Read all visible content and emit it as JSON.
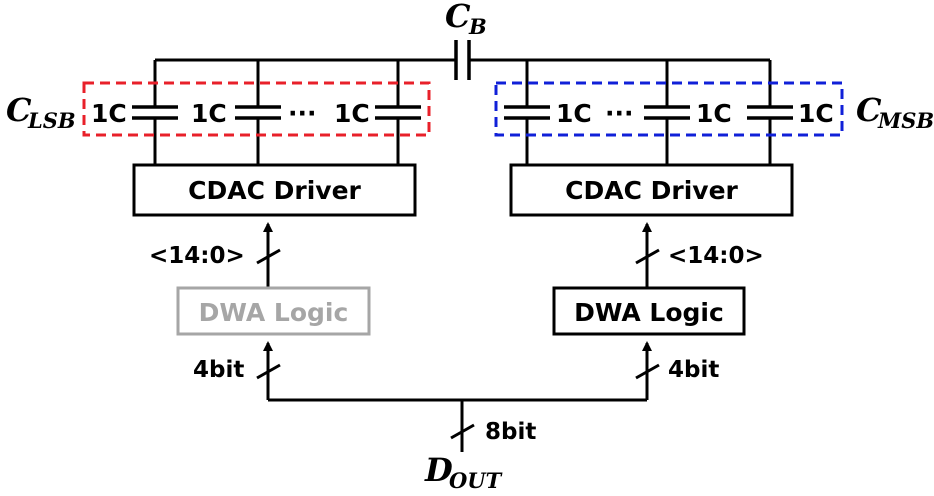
{
  "coupling_cap": {
    "symbol": "C",
    "subscript": "B"
  },
  "lsb_group": {
    "symbol": "C",
    "subscript": "LSB",
    "caps": [
      "1C",
      "1C",
      "1C"
    ],
    "ellipsis": "···",
    "outline_color": "#e8202a"
  },
  "msb_group": {
    "symbol": "C",
    "subscript": "MSB",
    "caps": [
      "1C",
      "1C",
      "1C"
    ],
    "ellipsis": "···",
    "outline_color": "#1020d8"
  },
  "left_driver": {
    "label": "CDAC Driver"
  },
  "right_driver": {
    "label": "CDAC Driver"
  },
  "left_dwa": {
    "label": "DWA Logic",
    "color": "#a6a6a6"
  },
  "right_dwa": {
    "label": "DWA Logic",
    "color": "#000000"
  },
  "buses": {
    "left_driver_bus": "<14:0>",
    "right_driver_bus": "<14:0>",
    "left_input_bus": "4bit",
    "right_input_bus": "4bit",
    "main_bus": "8bit"
  },
  "output": {
    "symbol": "D",
    "subscript": "OUT"
  }
}
